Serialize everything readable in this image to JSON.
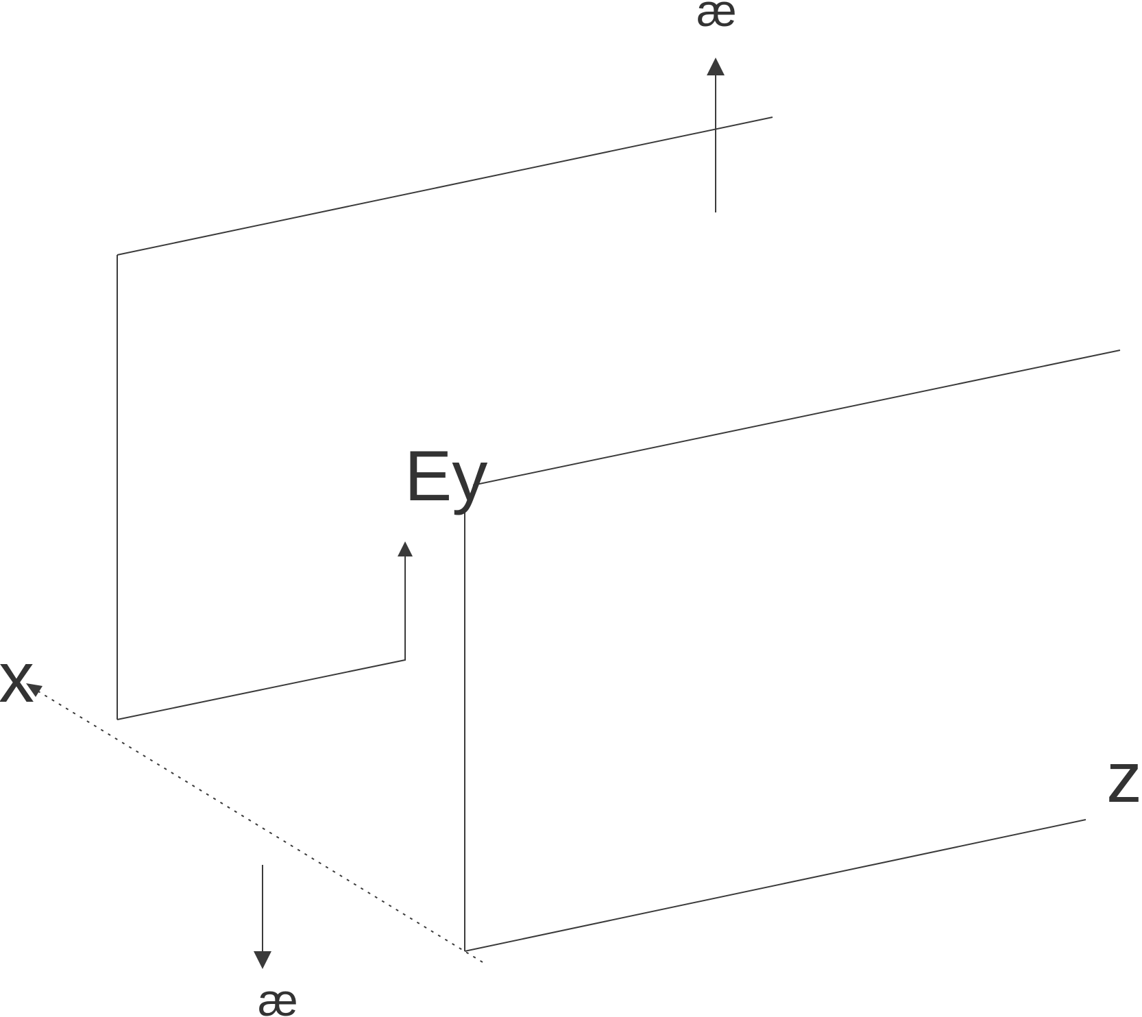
{
  "labels": {
    "ey": "Ey",
    "x_axis": "x",
    "z_axis": "z",
    "symbol_top": "æ",
    "symbol_bottom": "æ"
  },
  "colors": {
    "stroke": "#3a3a3a",
    "text": "#333333",
    "background": "#ffffff"
  }
}
